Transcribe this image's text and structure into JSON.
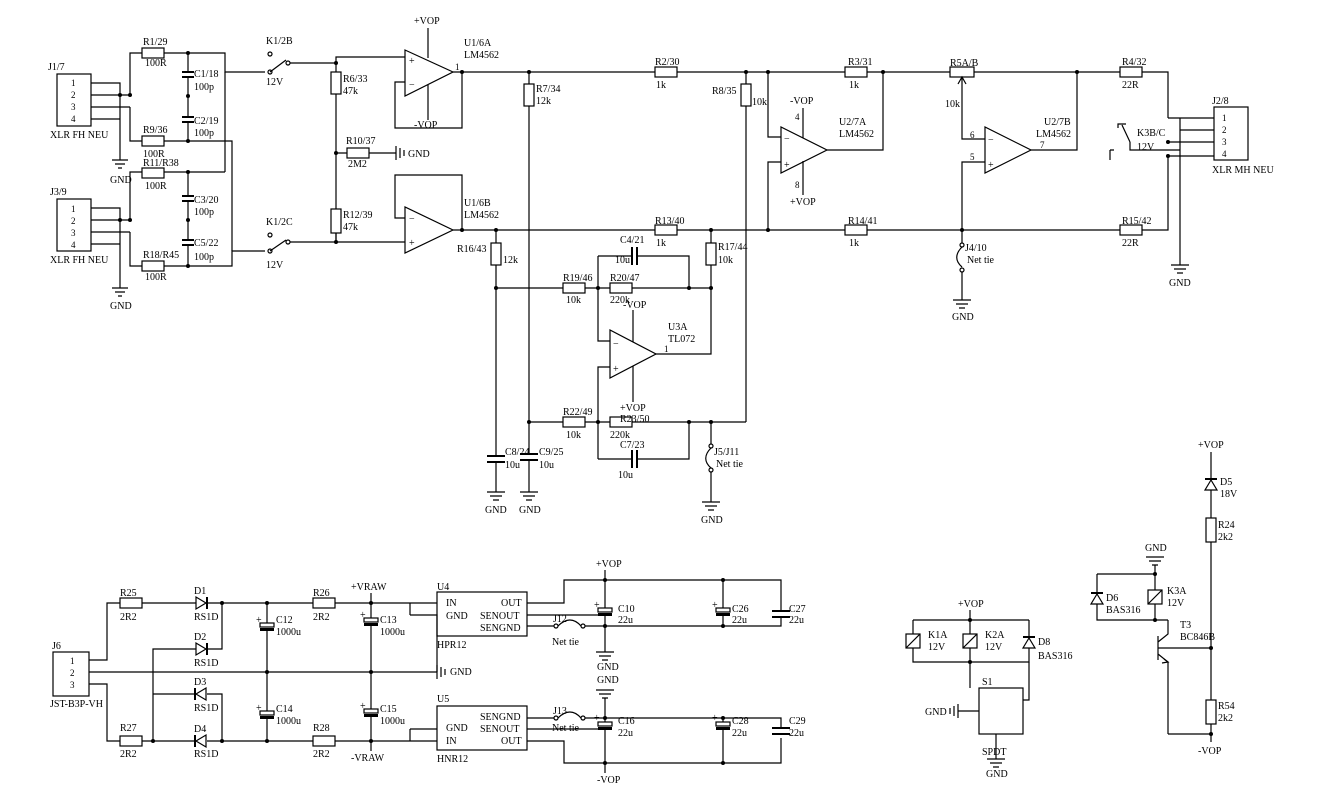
{
  "connectors": {
    "j1": {
      "ref": "J1/7",
      "pins": [
        "1",
        "2",
        "3",
        "4"
      ],
      "type": "XLR FH NEU"
    },
    "j3": {
      "ref": "J3/9",
      "pins": [
        "1",
        "2",
        "3",
        "4"
      ],
      "type": "XLR FH NEU"
    },
    "j2": {
      "ref": "J2/8",
      "pins": [
        "1",
        "2",
        "3",
        "4"
      ],
      "type": "XLR MH NEU"
    },
    "j6": {
      "ref": "J6",
      "pins": [
        "1",
        "2",
        "3"
      ],
      "type": "JST-B3P-VH"
    }
  },
  "resistors": {
    "r1": {
      "ref": "R1/29",
      "val": "100R"
    },
    "r9": {
      "ref": "R9/36",
      "val": "100R"
    },
    "r11": {
      "ref": "R11/R38",
      "val": "100R"
    },
    "r18": {
      "ref": "R18/R45",
      "val": "100R"
    },
    "r6": {
      "ref": "R6/33",
      "val": "47k"
    },
    "r10": {
      "ref": "R10/37",
      "val": "2M2"
    },
    "r12": {
      "ref": "R12/39",
      "val": "47k"
    },
    "r7": {
      "ref": "R7/34",
      "val": "12k"
    },
    "r16": {
      "ref": "R16/43",
      "val": "12k"
    },
    "r2": {
      "ref": "R2/30",
      "val": "1k"
    },
    "r8": {
      "ref": "R8/35",
      "val": "10k"
    },
    "r13": {
      "ref": "R13/40",
      "val": "1k"
    },
    "r17": {
      "ref": "R17/44",
      "val": "10k"
    },
    "r19": {
      "ref": "R19/46",
      "val": "10k"
    },
    "r20": {
      "ref": "R20/47",
      "val": "220k"
    },
    "r22": {
      "ref": "R22/49",
      "val": "10k"
    },
    "r23": {
      "ref": "R23/50",
      "val": "220k"
    },
    "r3": {
      "ref": "R3/31",
      "val": "1k"
    },
    "r14": {
      "ref": "R14/41",
      "val": "1k"
    },
    "r5": {
      "ref": "R5A/B",
      "val": "10k"
    },
    "r4": {
      "ref": "R4/32",
      "val": "22R"
    },
    "r15": {
      "ref": "R15/42",
      "val": "22R"
    },
    "r25": {
      "ref": "R25",
      "val": "2R2"
    },
    "r27": {
      "ref": "R27",
      "val": "2R2"
    },
    "r26": {
      "ref": "R26",
      "val": "2R2"
    },
    "r28": {
      "ref": "R28",
      "val": "2R2"
    },
    "r24": {
      "ref": "R24",
      "val": "2k2"
    },
    "r54": {
      "ref": "R54",
      "val": "2k2"
    }
  },
  "capacitors": {
    "c1": {
      "ref": "C1/18",
      "val": "100p"
    },
    "c2": {
      "ref": "C2/19",
      "val": "100p"
    },
    "c3": {
      "ref": "C3/20",
      "val": "100p"
    },
    "c5": {
      "ref": "C5/22",
      "val": "100p"
    },
    "c4": {
      "ref": "C4/21",
      "val": "10u"
    },
    "c7": {
      "ref": "C7/23",
      "val": "10u"
    },
    "c8": {
      "ref": "C8/24",
      "val": "10u"
    },
    "c9": {
      "ref": "C9/25",
      "val": "10u"
    },
    "c12": {
      "ref": "C12",
      "val": "1000u"
    },
    "c14": {
      "ref": "C14",
      "val": "1000u"
    },
    "c13": {
      "ref": "C13",
      "val": "1000u"
    },
    "c15": {
      "ref": "C15",
      "val": "1000u"
    },
    "c10": {
      "ref": "C10",
      "val": "22u"
    },
    "c26": {
      "ref": "C26",
      "val": "22u"
    },
    "c27": {
      "ref": "C27",
      "val": "22u"
    },
    "c16": {
      "ref": "C16",
      "val": "22u"
    },
    "c28": {
      "ref": "C28",
      "val": "22u"
    },
    "c29": {
      "ref": "C29",
      "val": "22u"
    }
  },
  "opamps": {
    "u1a": {
      "ref": "U1/6A",
      "part": "LM4562"
    },
    "u1b": {
      "ref": "U1/6B",
      "part": "LM4562"
    },
    "u2a": {
      "ref": "U2/7A",
      "part": "LM4562"
    },
    "u2b": {
      "ref": "U2/7B",
      "part": "LM4562"
    },
    "u3a": {
      "ref": "U3A",
      "part": "TL072"
    }
  },
  "relays": {
    "k1b": {
      "ref": "K1/2B",
      "val": "12V"
    },
    "k1c": {
      "ref": "K1/2C",
      "val": "12V"
    },
    "k3bc": {
      "ref": "K3B/C",
      "val": "12V"
    },
    "k1a": {
      "ref": "K1A",
      "val": "12V"
    },
    "k2a": {
      "ref": "K2A",
      "val": "12V"
    },
    "k3a": {
      "ref": "K3A",
      "val": "12V"
    }
  },
  "diodes": {
    "d1": {
      "ref": "D1",
      "part": "RS1D"
    },
    "d2": {
      "ref": "D2",
      "part": "RS1D"
    },
    "d3": {
      "ref": "D3",
      "part": "RS1D"
    },
    "d4": {
      "ref": "D4",
      "part": "RS1D"
    },
    "d5": {
      "ref": "D5",
      "part": "18V"
    },
    "d6": {
      "ref": "D6",
      "part": "BAS316"
    },
    "d8": {
      "ref": "D8",
      "part": "BAS316"
    }
  },
  "regulators": {
    "u4": {
      "ref": "U4",
      "part": "HPR12",
      "in": "IN",
      "gnd": "GND",
      "out": "OUT",
      "senout": "SENOUT",
      "sengnd": "SENGND"
    },
    "u5": {
      "ref": "U5",
      "part": "HNR12",
      "in": "IN",
      "gnd": "GND",
      "out": "OUT",
      "senout": "SENOUT",
      "sengnd": "SENGND"
    }
  },
  "transistor": {
    "ref": "T3",
    "part": "BC846B"
  },
  "switch": {
    "ref": "S1",
    "part": "SPDT"
  },
  "ties": {
    "j4": {
      "ref": "J4/10",
      "label": "Net tie"
    },
    "j5": {
      "ref": "J5/J11",
      "label": "Net tie"
    },
    "j12": {
      "ref": "J12",
      "label": "Net tie"
    },
    "j13": {
      "ref": "J13",
      "label": "Net tie"
    }
  },
  "nets": {
    "gnd": "GND",
    "vop_pos": "+VOP",
    "vop_neg": "-VOP",
    "vraw_pos": "+VRAW",
    "vraw_neg": "-VRAW"
  },
  "pin_numbers": {
    "one": "1",
    "two": "2",
    "four": "4",
    "five": "5",
    "six": "6",
    "seven": "7",
    "eight": "8"
  },
  "opamp_signs": {
    "plus": "+",
    "minus": "−"
  }
}
